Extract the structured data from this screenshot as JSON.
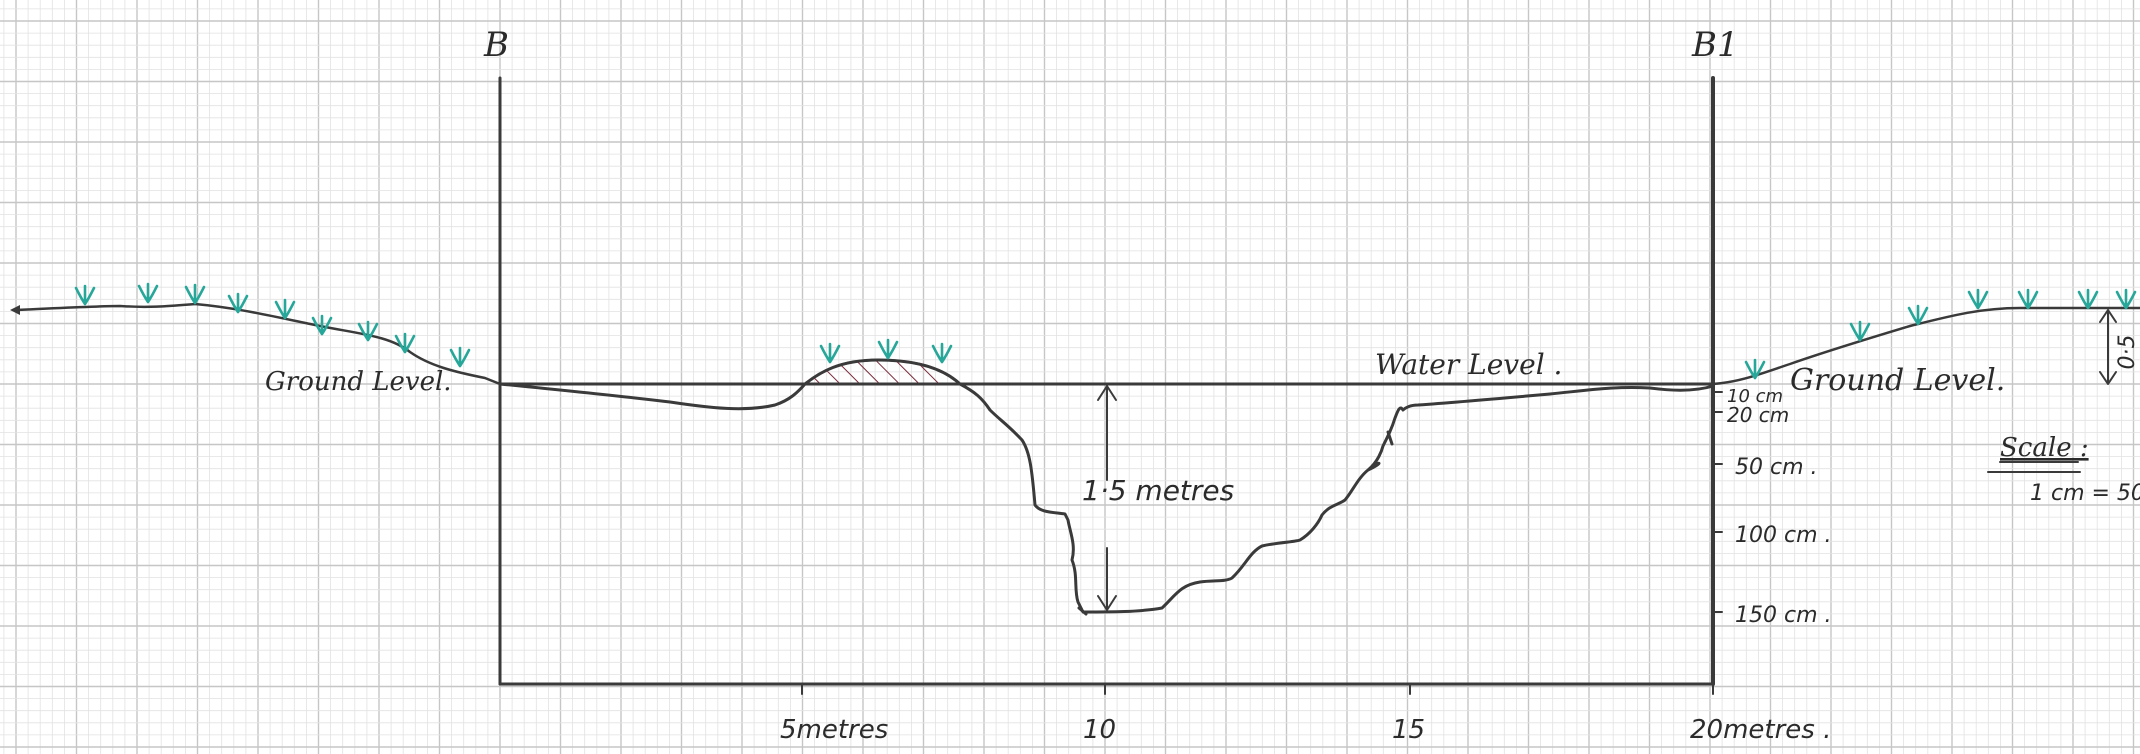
{
  "section": {
    "start_label": "B",
    "end_label": "B1",
    "ground_level_left": "Ground Level.",
    "ground_level_right": "Ground Level.",
    "water_level": "Water Level .",
    "depth_annotation": "1·5 metres",
    "small_height_marker": "0·5"
  },
  "distance_axis": {
    "tick_labels": [
      "5metres",
      "10",
      "15",
      "20metres ."
    ]
  },
  "depth_axis": {
    "tick_labels": [
      "10 cm",
      "20 cm",
      "50 cm .",
      "100 cm .",
      "150 cm ."
    ]
  },
  "scale": {
    "title": "Scale :",
    "text": "1 cm = 50"
  },
  "colors": {
    "paper": "#ffffff",
    "grid_fine": "#e2e2e2",
    "grid_bold": "#c6c6c6",
    "ink": "#3a3a3a",
    "grass": "#27a79a",
    "hatch": "#7a2a3a"
  }
}
